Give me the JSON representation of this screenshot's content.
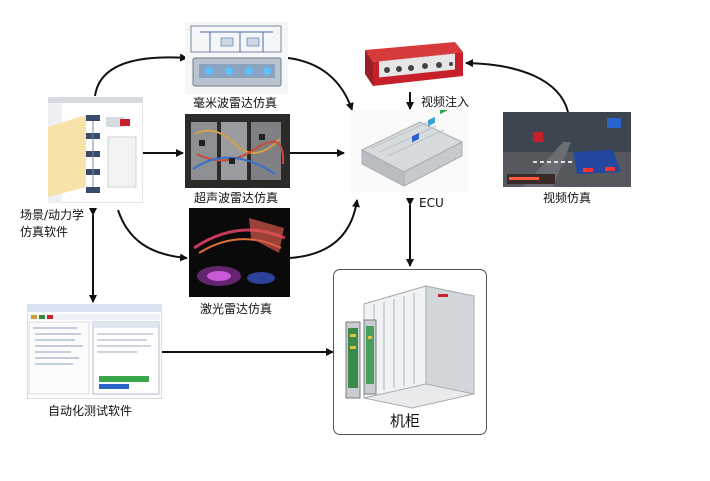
{
  "labels": {
    "mmwave": "毫米波雷达仿真",
    "ultrasonic": "超声波雷达仿真",
    "lidar": "激光雷达仿真",
    "video_inject": "视频注入",
    "ecu": "ECU",
    "video_sim": "视频仿真",
    "scene_sw_line1": "场景/动力学",
    "scene_sw_line2": "仿真软件",
    "auto_test_sw": "自动化测试软件",
    "cabinet": "机柜"
  },
  "colors": {
    "arrow": "#111111",
    "video_inject_device": "#c8202a",
    "lidar_background": "#0a0a0a",
    "cabinet_border": "#555555"
  }
}
